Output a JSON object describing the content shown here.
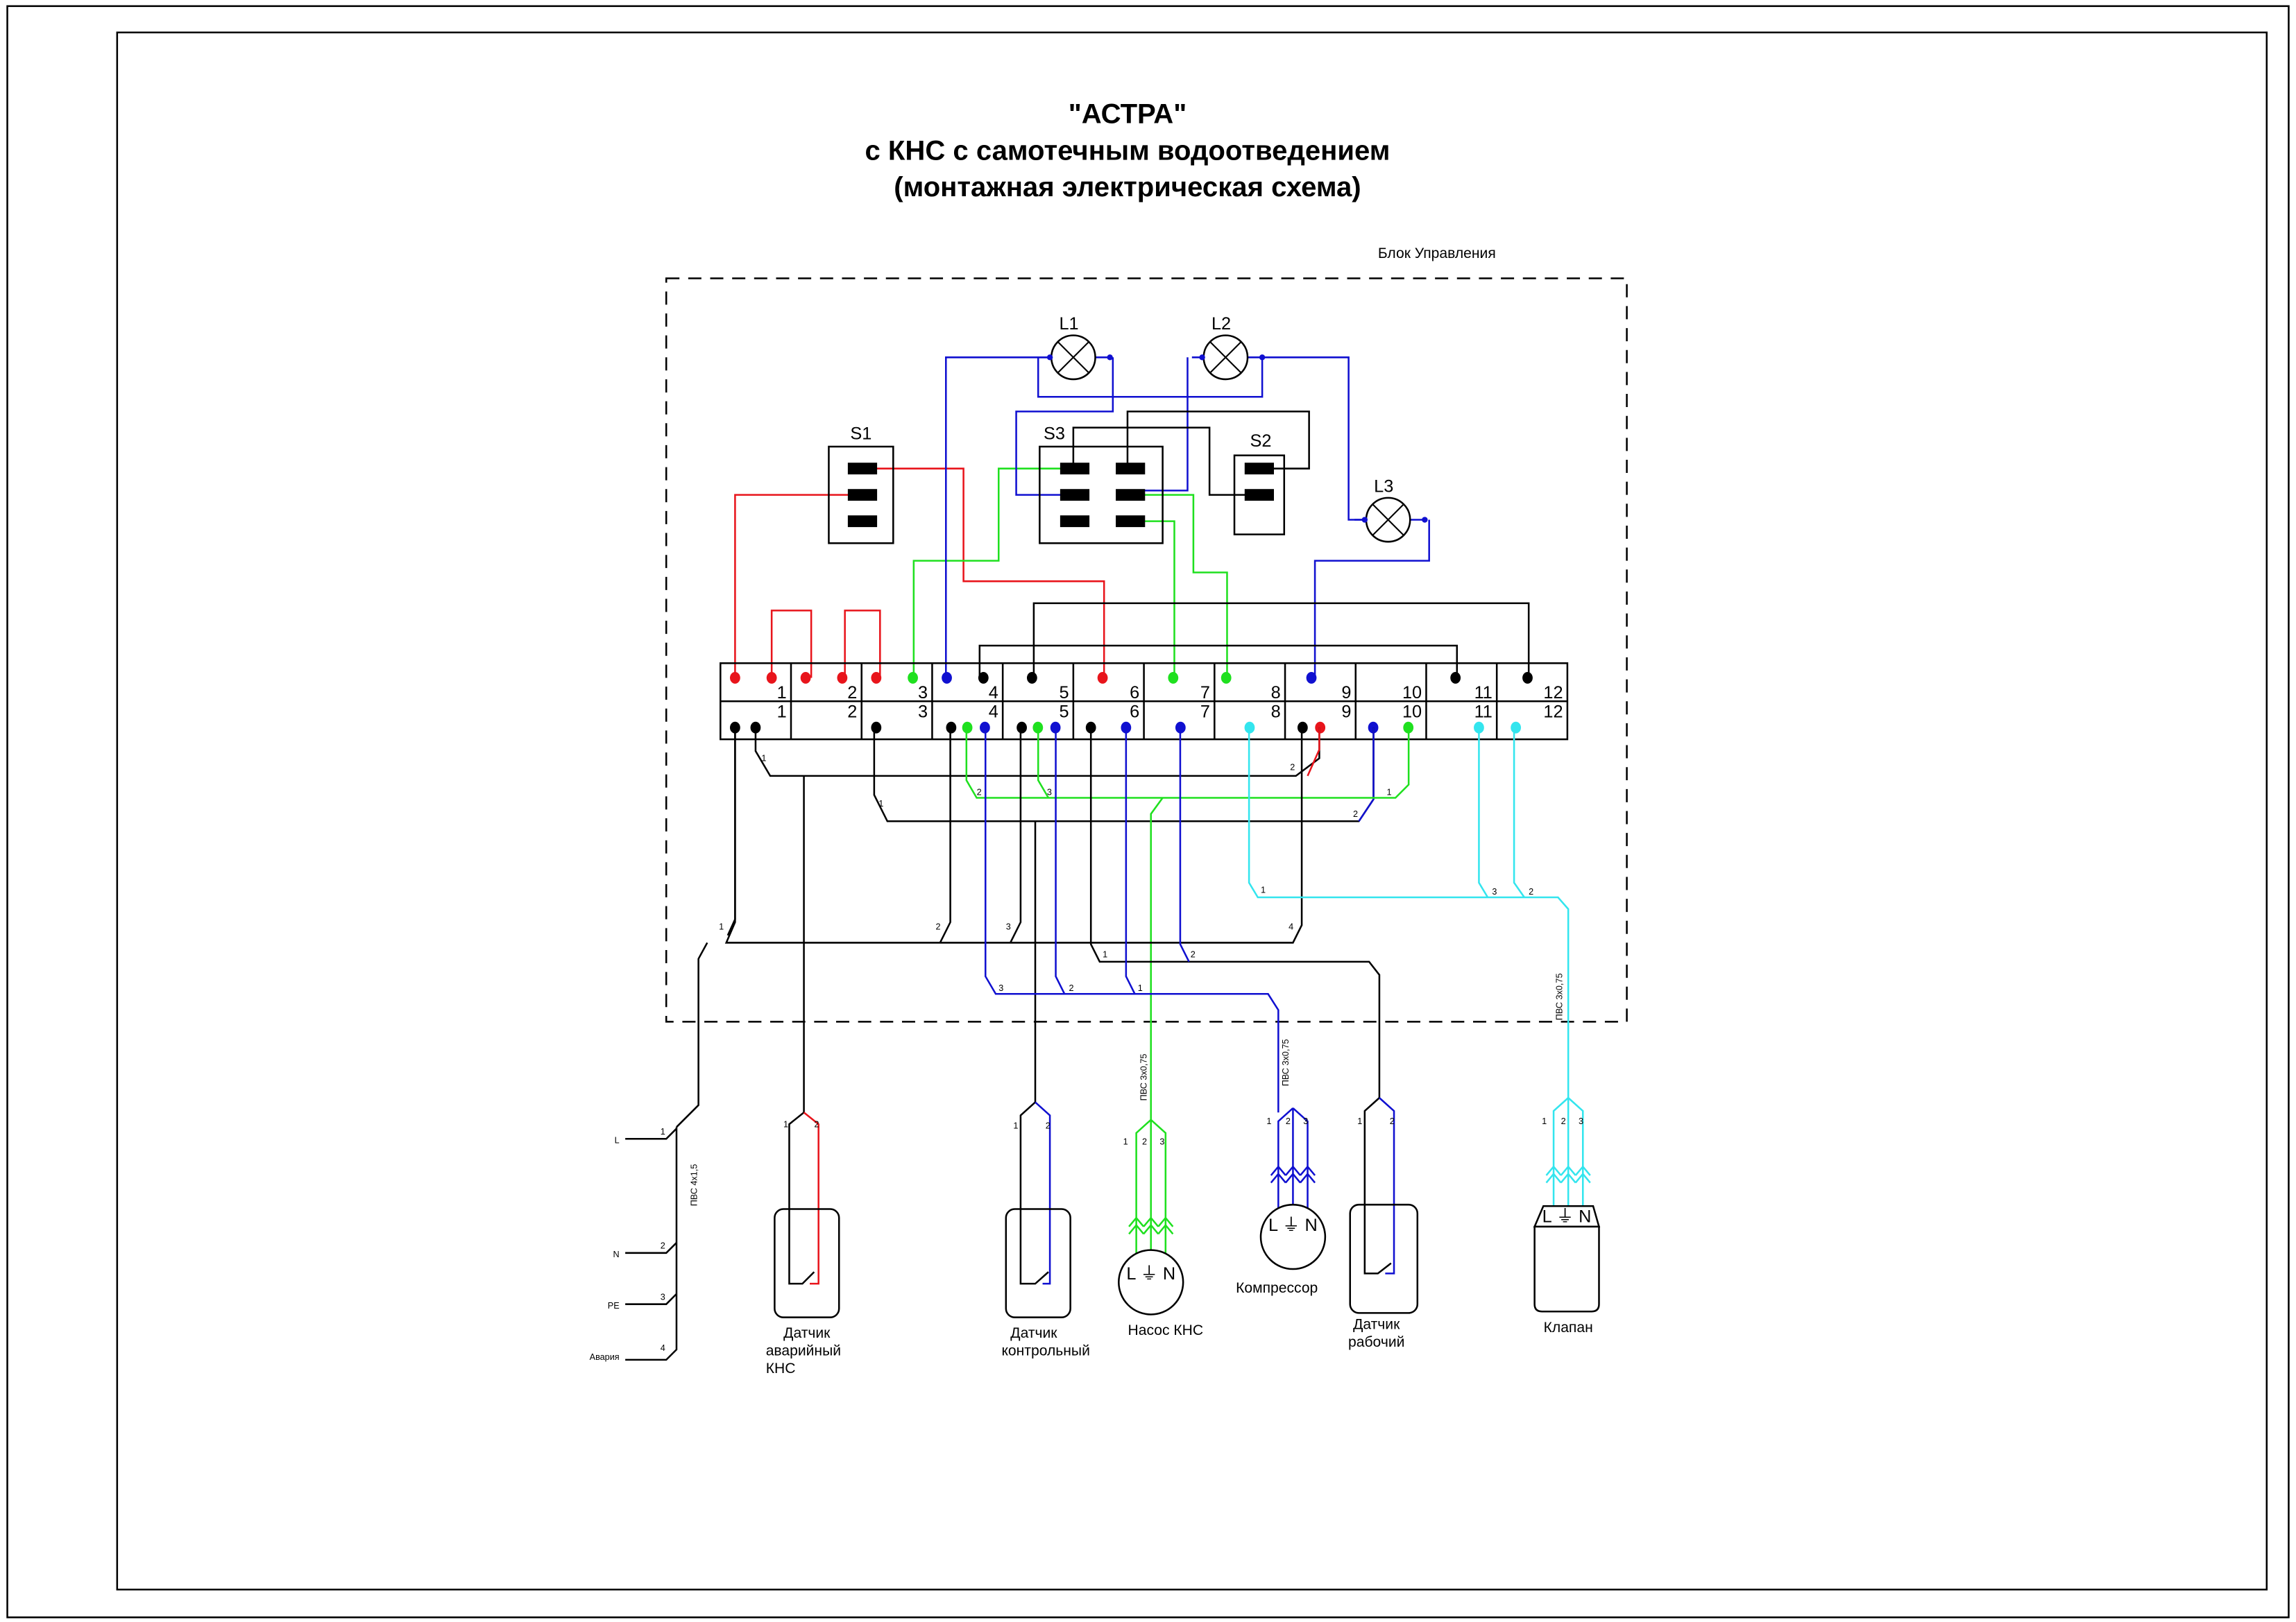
{
  "title": {
    "line1": "\"АСТРА\"",
    "line2": "с КНС с самотечным водоотведением",
    "line3": "(монтажная электрическая схема)"
  },
  "control_block": {
    "label": "Блок Управления"
  },
  "colors": {
    "red": "#e8141b",
    "green": "#1fe01f",
    "blue": "#1010d0",
    "cyan": "#33e5ee",
    "black": "#000000"
  },
  "switches": [
    {
      "id": "S1",
      "label": "S1",
      "contacts": 3
    },
    {
      "id": "S3",
      "label": "S3",
      "contacts": 6
    },
    {
      "id": "S2",
      "label": "S2",
      "contacts": 2
    }
  ],
  "lamps": [
    {
      "id": "L1",
      "label": "L1"
    },
    {
      "id": "L2",
      "label": "L2"
    },
    {
      "id": "L3",
      "label": "L3"
    }
  ],
  "terminal_block": {
    "top_numbers": [
      "1",
      "2",
      "3",
      "4",
      "5",
      "6",
      "7",
      "8",
      "9",
      "10",
      "11",
      "12"
    ],
    "bottom_numbers": [
      "1",
      "2",
      "3",
      "4",
      "5",
      "6",
      "7",
      "8",
      "9",
      "10",
      "11",
      "12"
    ],
    "top_dots": [
      [
        "red",
        "red"
      ],
      [
        "red",
        "red"
      ],
      [
        "red",
        "green"
      ],
      [
        "blue",
        "black"
      ],
      [
        "black"
      ],
      [
        "red"
      ],
      [
        "green"
      ],
      [
        "green"
      ],
      [
        "blue"
      ],
      [],
      [
        "black"
      ],
      [
        "black"
      ]
    ],
    "bottom_dots": [
      [
        "black",
        "black"
      ],
      [],
      [
        "black"
      ],
      [
        "black",
        "green",
        "blue"
      ],
      [
        "black",
        "green",
        "blue"
      ],
      [
        "black",
        "blue"
      ],
      [
        "blue"
      ],
      [
        "cyan"
      ],
      [
        "black",
        "red"
      ],
      [
        "blue",
        "green"
      ],
      [
        "cyan"
      ],
      [
        "cyan"
      ]
    ]
  },
  "cables": {
    "power": "ПВС 4х1,5",
    "pump": "ПВС 3х0,75",
    "compressor": "ПВС 3х0,75",
    "valve": "ПВС 3х0,75"
  },
  "power_inputs": [
    {
      "label": "L",
      "num": "1"
    },
    {
      "label": "N",
      "num": "2"
    },
    {
      "label": "PE",
      "num": "3"
    },
    {
      "label": "Авария",
      "num": "4"
    }
  ],
  "wire_numbers": {
    "n1": "1",
    "n2": "2",
    "n3": "3",
    "n4": "4"
  },
  "devices": {
    "sensor_emergency": {
      "line1": "Датчик",
      "line2": "аварийный",
      "line3": "КНС"
    },
    "sensor_control": {
      "line1": "Датчик",
      "line2": "контрольный"
    },
    "pump": {
      "label": "Насос КНС",
      "terminals": "L ⏚ N"
    },
    "compressor": {
      "label": "Компрессор",
      "terminals": "L ⏚ N"
    },
    "sensor_work": {
      "line1": "Датчик",
      "line2": "рабочий"
    },
    "valve": {
      "label": "Клапан",
      "terminals": "L ⏚ N"
    }
  },
  "terminal_letters": {
    "L": "L",
    "N": "N"
  }
}
